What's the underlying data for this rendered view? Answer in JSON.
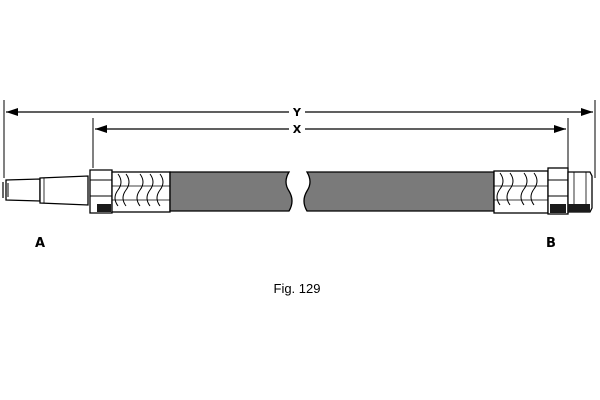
{
  "dimensions": {
    "overall": "Y",
    "hose": "X"
  },
  "ends": {
    "left": "A",
    "right": "B"
  },
  "caption": "Fig. 129",
  "colors": {
    "line": "#000000",
    "hose": "#7a7a7a",
    "fitting_dark": "#1a1a1a"
  }
}
